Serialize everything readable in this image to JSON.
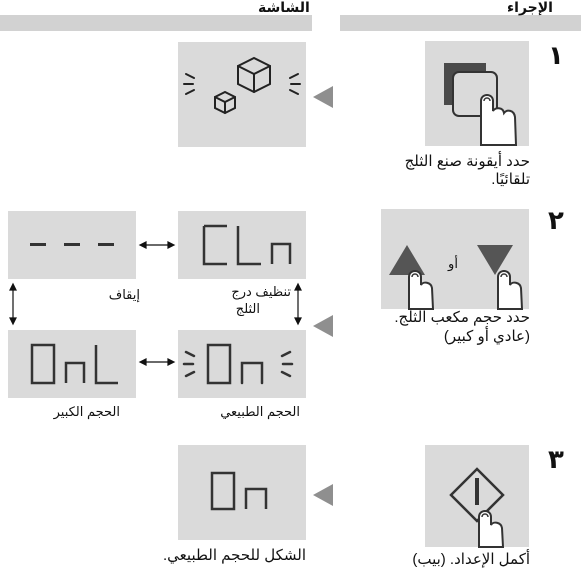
{
  "headers": {
    "procedure": "الإجراء",
    "display": "الشاشة"
  },
  "steps": [
    {
      "number": "١",
      "instruction": [
        "حدد أيقونة صنع الثلج",
        "تلقائيًا."
      ]
    },
    {
      "number": "٢",
      "instruction": [
        "حدد حجم مكعب الثلج.",
        "(عادي أو كبير)"
      ],
      "or_label": "أو",
      "displays": {
        "off": "- - -",
        "cln": "CLn",
        "onl": "OnL",
        "on": "On"
      },
      "labels": {
        "off": "إيقاف",
        "cln_line1": "تنظيف درج",
        "cln_line2": "الثلج",
        "on": "الحجم الطبيعي",
        "onl": "الحجم الكبير"
      }
    },
    {
      "number": "٣",
      "instruction": [
        "أكمل الإعداد. (بيب)"
      ],
      "display": "On",
      "display_caption": "الشكل للحجم الطبيعي."
    }
  ]
}
